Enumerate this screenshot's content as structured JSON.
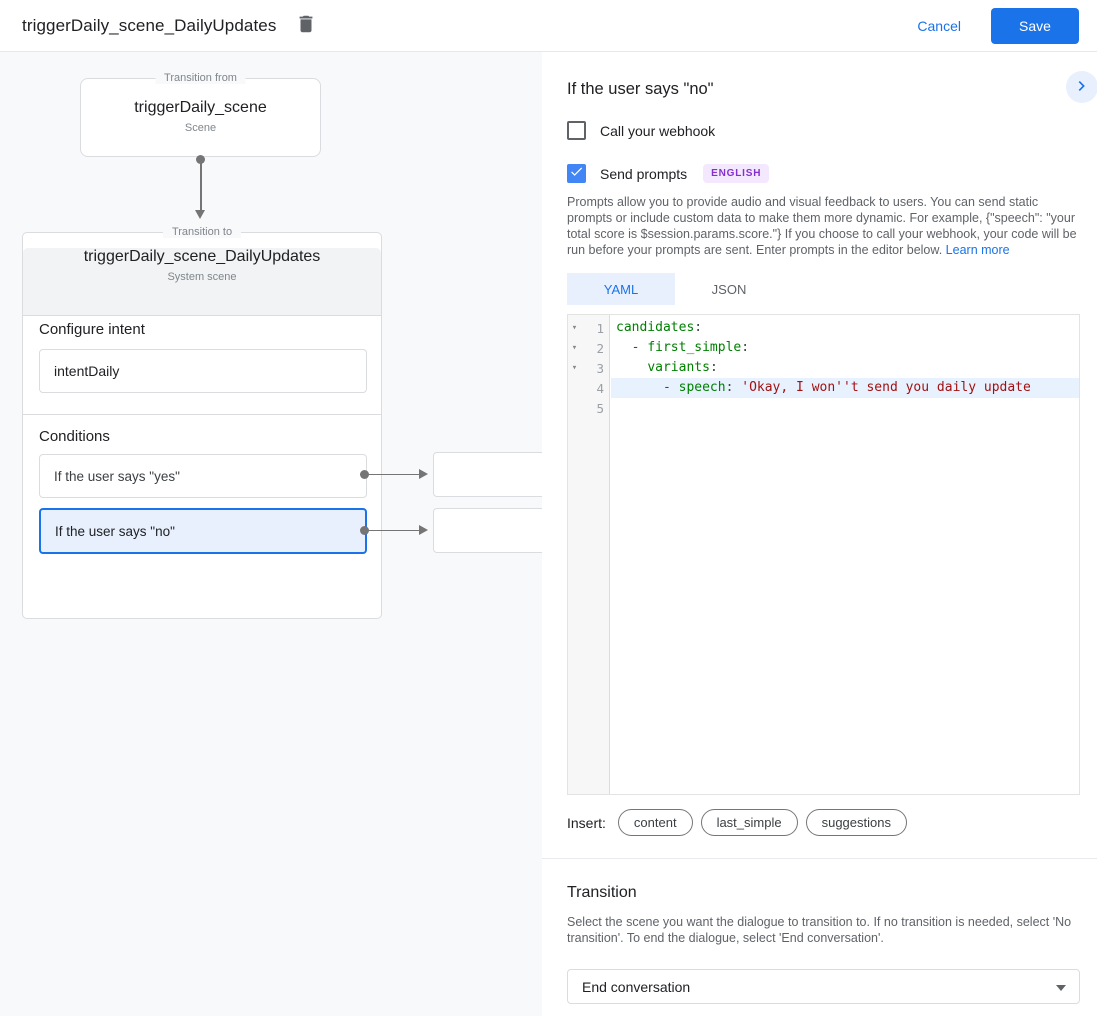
{
  "colors": {
    "accent_blue": "#1a73e8",
    "checkbox_blue": "#4285f4",
    "selected_bg": "#e8f0fe",
    "canvas_bg": "#f8f9fa",
    "badge_bg": "#f3e8fd",
    "badge_text": "#8430ce",
    "code_key": "#008000",
    "code_string": "#a11111",
    "active_line_bg": "#e8f2ff"
  },
  "topbar": {
    "title": "triggerDaily_scene_DailyUpdates",
    "cancel_label": "Cancel",
    "save_label": "Save"
  },
  "canvas": {
    "from_node": {
      "group_label": "Transition from",
      "title": "triggerDaily_scene",
      "type_label": "Scene"
    },
    "to_node": {
      "group_label": "Transition to",
      "title": "triggerDaily_scene_DailyUpdates",
      "type_label": "System scene",
      "intent_section": {
        "label": "Configure intent",
        "value": "intentDaily"
      },
      "conditions_section": {
        "label": "Conditions",
        "items": [
          {
            "label": "If the user says \"yes\"",
            "selected": false
          },
          {
            "label": "If the user says \"no\"",
            "selected": true
          }
        ]
      }
    }
  },
  "panel": {
    "title": "If the user says \"no\"",
    "webhook": {
      "label": "Call your webhook",
      "checked": false
    },
    "prompts": {
      "label": "Send prompts",
      "checked": true,
      "language": "ENGLISH"
    },
    "description": "Prompts allow you to provide audio and visual feedback to users. You can send static prompts or include custom data to make them more dynamic. For example, {\"speech\": \"your total score is $session.params.score.\"} If you choose to call your webhook, your code will be run before your prompts are sent. Enter prompts in the editor below. ",
    "learn_more_label": "Learn more",
    "tabs": [
      {
        "label": "YAML",
        "active": true
      },
      {
        "label": "JSON",
        "active": false
      }
    ],
    "editor": {
      "lines": [
        {
          "num": "1",
          "fold": true,
          "active": false,
          "segments": [
            [
              "k",
              "candidates"
            ],
            [
              "p",
              ":"
            ]
          ]
        },
        {
          "num": "2",
          "fold": true,
          "active": false,
          "segments": [
            [
              "p",
              "  - "
            ],
            [
              "k",
              "first_simple"
            ],
            [
              "p",
              ":"
            ]
          ]
        },
        {
          "num": "3",
          "fold": true,
          "active": false,
          "segments": [
            [
              "p",
              "    "
            ],
            [
              "k",
              "variants"
            ],
            [
              "p",
              ":"
            ]
          ]
        },
        {
          "num": "4",
          "fold": false,
          "active": true,
          "segments": [
            [
              "p",
              "      - "
            ],
            [
              "k",
              "speech"
            ],
            [
              "p",
              ": "
            ],
            [
              "s",
              "'Okay, I won''t send you daily update"
            ]
          ]
        },
        {
          "num": "5",
          "fold": false,
          "active": false,
          "segments": []
        }
      ]
    },
    "insert": {
      "label": "Insert:",
      "chips": [
        "content",
        "last_simple",
        "suggestions"
      ]
    },
    "transition": {
      "title": "Transition",
      "description": "Select the scene you want the dialogue to transition to. If no transition is needed, select 'No transition'. To end the dialogue, select 'End conversation'.",
      "value": "End conversation"
    }
  }
}
